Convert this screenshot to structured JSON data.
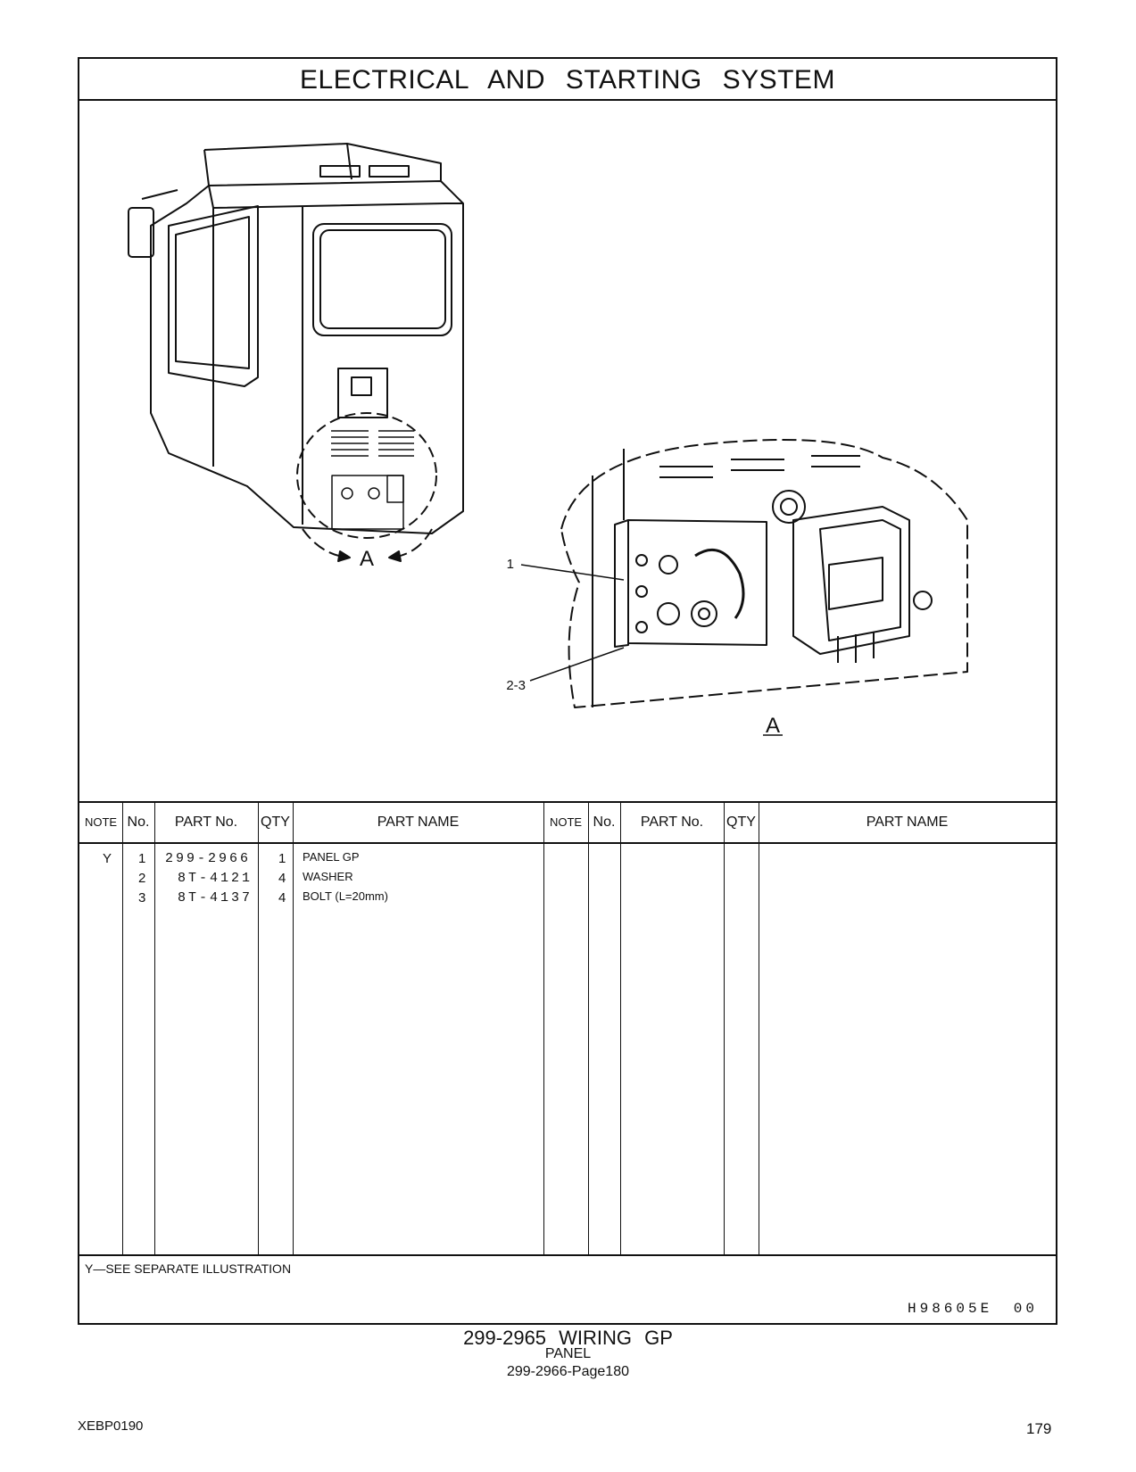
{
  "header": {
    "title": "ELECTRICAL AND STARTING SYSTEM"
  },
  "illustration": {
    "view_label_main": "A",
    "view_label_detail": "A",
    "callouts": [
      "1",
      "2-3"
    ]
  },
  "table": {
    "columns": [
      "NOTE",
      "No.",
      "PART No.",
      "QTY",
      "PART NAME",
      "NOTE",
      "No.",
      "PART No.",
      "QTY",
      "PART NAME"
    ],
    "rows": [
      {
        "note": "Y",
        "no": "1",
        "part_no": "299-2966",
        "qty": "1",
        "name": "PANEL GP"
      },
      {
        "note": "",
        "no": "2",
        "part_no": "8T-4121",
        "qty": "4",
        "name": "WASHER"
      },
      {
        "note": "",
        "no": "3",
        "part_no": "8T-4137",
        "qty": "4",
        "name": "BOLT (L=20mm)"
      }
    ]
  },
  "footnote": "Y—SEE SEPARATE ILLUSTRATION",
  "doc_ref": "H98605E 00",
  "caption": {
    "main": "299-2965 WIRING GP",
    "sub": "PANEL",
    "ref": "299-2966-Page180"
  },
  "footer": {
    "left": "XEBP0190",
    "page": "179"
  }
}
